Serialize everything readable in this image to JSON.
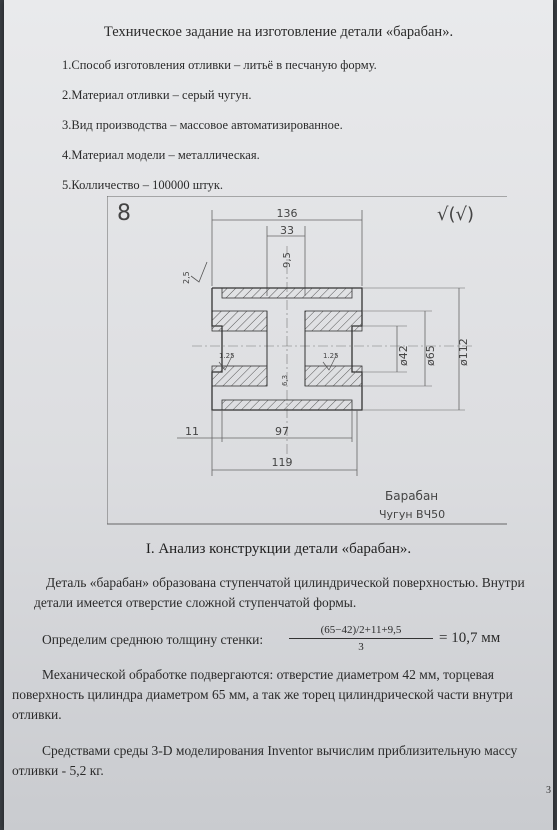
{
  "document": {
    "title": "Техническое задание на изготовление детали «барабан».",
    "requirements": [
      "1.Способ изготовления отливки – литьё в песчаную форму.",
      "2.Материал отливки – серый чугун.",
      "3.Вид производства – массовое автоматизированное.",
      "4.Материал модели – металлическая.",
      "5.Колличество – 100000 штук."
    ],
    "section_title": "I. Анализ конструкции детали «барабан».",
    "paragraph_1": "Деталь «барабан» образована ступенчатой цилиндрической поверхностью. Внутри детали имеется отверстие сложной ступенчатой формы.",
    "formula_label": "Определим среднюю толщину стенки:",
    "formula_numerator": "(65−42)/2+11+9,5",
    "formula_denominator": "3",
    "formula_result": "= 10,7 мм",
    "paragraph_3": "Механической обработке подвергаются: отверстие диаметром 42 мм, торцевая поверхность цилиндра диаметром 65 мм, а так же торец цилиндрической части внутри отливки.",
    "paragraph_4": "Средствами среды 3-D моделирования Inventor вычислим приблизительную массу отливки - 5,2 кг.",
    "page_number": "3"
  },
  "drawing": {
    "sheet_number": "8",
    "roughness_symbol": "√(√)",
    "dims": {
      "d136": "136",
      "d33": "33",
      "d95": "9,5",
      "d25": "2,5",
      "d125a": "1.25",
      "d125b": "1.25",
      "d63": "6,3",
      "d42": "ø42",
      "d65": "ø65",
      "d112": "ø112",
      "d11": "11",
      "d97": "97",
      "d119": "119"
    },
    "part_name": "Барабан",
    "material": "Чугун  ВЧ50"
  }
}
